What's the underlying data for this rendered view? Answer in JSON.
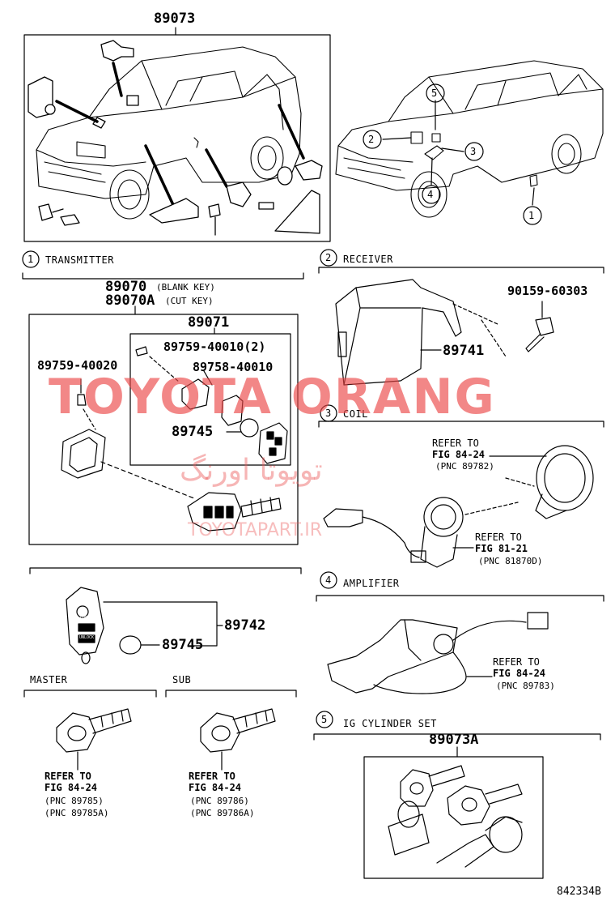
{
  "header": {
    "main_part": "89073"
  },
  "callouts": [
    "2",
    "5",
    "3",
    "4",
    "1"
  ],
  "sections": {
    "transmitter": {
      "num": "1",
      "title": "TRANSMITTER"
    },
    "receiver": {
      "num": "2",
      "title": "RECEIVER"
    },
    "coil": {
      "num": "3",
      "title": "COIL"
    },
    "amplifier": {
      "num": "4",
      "title": "AMPLIFIER"
    },
    "ig": {
      "num": "5",
      "title": "IG CYLINDER SET",
      "part": "89073A"
    }
  },
  "transmitter": {
    "p1": "89070",
    "p1_note": "(BLANK KEY)",
    "p2": "89070A",
    "p2_note": "(CUT KEY)",
    "p3": "89071",
    "p4": "89759-40010(2)",
    "p5": "89758-40010",
    "p6": "89745",
    "p7": "89759-40020"
  },
  "fob": {
    "p1": "89742",
    "p2": "89745",
    "btn_lock": "LOCK",
    "btn_unlock": "UNLOCK"
  },
  "master": {
    "title": "MASTER",
    "l1": "REFER TO",
    "l2": "FIG 84-24",
    "l3": "(PNC 89785)",
    "l4": "(PNC 89785A)"
  },
  "sub": {
    "title": "SUB",
    "l1": "REFER TO",
    "l2": "FIG 84-24",
    "l3": "(PNC 89786)",
    "l4": "(PNC 89786A)"
  },
  "receiver": {
    "bolt": "90159-60303",
    "unit": "89741"
  },
  "coil": {
    "r1_l1": "REFER TO",
    "r1_l2": "FIG 84-24",
    "r1_l3": "(PNC 89782)",
    "r2_l1": "REFER TO",
    "r2_l2": "FIG 81-21",
    "r2_l3": "(PNC 81870D)"
  },
  "amplifier": {
    "l1": "REFER TO",
    "l2": "FIG 84-24",
    "l3": "(PNC 89783)"
  },
  "footer": {
    "code": "842334B"
  },
  "watermark": {
    "main": "TOYOTA ORANG",
    "farsi": "تویوتا اورنگ",
    "site": "TOYOTAPART.IR",
    "color": "#eb4646"
  }
}
